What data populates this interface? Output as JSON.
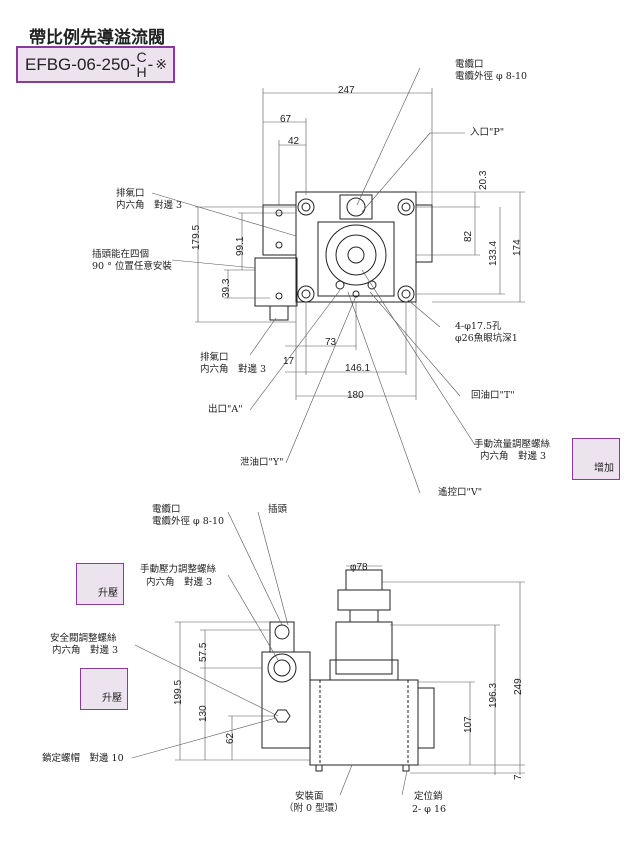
{
  "title": "帶比例先導溢流閥",
  "model": {
    "main": "EFBG-06-250-",
    "upper": "C",
    "lower": "H",
    "dash": "-",
    "suffix": "※"
  },
  "top_view": {
    "labels": {
      "cable_port": "電纜口",
      "cable_dia": "電纜外徑 φ 8-10",
      "inlet": "入口\"P\"",
      "vent_top": "排氣口",
      "vent_top_hex": "内六角　對邊 3",
      "plug": "插頭能在四個",
      "plug_pos": "90 ° 位置任意安裝",
      "vent_bottom": "排氣口",
      "vent_bottom_hex": "内六角　對邊 3",
      "outlet": "出口\"A\"",
      "drain": "泄油口\"Y\"",
      "holes": "4-φ17.5孔",
      "counterbore": "φ26魚眼坑深1",
      "return": "回油口\"T\"",
      "flow_screw": "手動流量調壓螺絲",
      "flow_screw_hex": "内六角　對邊 3",
      "remote": "遙控口\"V\""
    },
    "dims": {
      "d247": "247",
      "d67": "67",
      "d42": "42",
      "d179_5": "179.5",
      "d99_1": "99.1",
      "d39_3": "39.3",
      "d20_3": "20.3",
      "d82": "82",
      "d133_4": "133.4",
      "d174": "174",
      "d17": "17",
      "d73": "73",
      "d146_1": "146.1",
      "d180": "180"
    },
    "badge": "增加"
  },
  "side_view": {
    "labels": {
      "cable_port": "電纜口",
      "cable_dia": "電纜外徑 φ 8-10",
      "plug": "插頭",
      "pressure_screw": "手動壓力調整螺絲",
      "pressure_screw_hex": "内六角　對邊 3",
      "safety_screw": "安全閥調整螺絲",
      "safety_screw_hex": "内六角　對邊 3",
      "lock_nut": "鎖定螺帽　對邊 10",
      "mount_face": "安裝面",
      "oring": "（附 0 型環）",
      "pin": "定位銷",
      "pin_dia": "2- φ 16"
    },
    "dims": {
      "d78": "φ78",
      "d57_5": "57.5",
      "d199_5": "199.5",
      "d130": "130",
      "d62": "62",
      "d107": "107",
      "d196_3": "196.3",
      "d249": "249",
      "d7": "7"
    },
    "badge1": "升壓",
    "badge2": "升壓"
  }
}
